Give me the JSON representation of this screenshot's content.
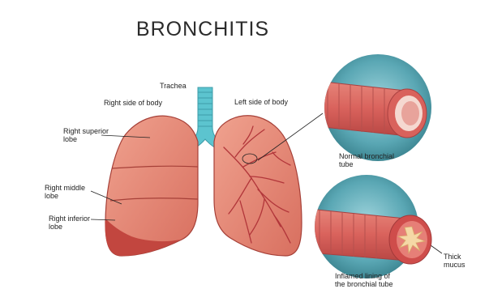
{
  "title": "BRONCHITIS",
  "labels": {
    "trachea": "Trachea",
    "right_side": "Right side of body",
    "left_side": "Left side of body",
    "right_superior_1": "Right superior",
    "right_superior_2": "lobe",
    "right_middle_1": "Right middle",
    "right_middle_2": "lobe",
    "right_inferior_1": "Right inferior",
    "right_inferior_2": "lobe",
    "normal_tube_1": "Normal bronchial",
    "normal_tube_2": "tube",
    "thick_mucus_1": "Thick",
    "thick_mucus_2": "mucus",
    "inflamed_1": "Inflamed lining of",
    "inflamed_2": "the bronchial tube"
  },
  "colors": {
    "lung_fill": "#e98a77",
    "lung_dark": "#b9403b",
    "trachea": "#5cc4cf",
    "circle_bg": "#5aa7b4",
    "tube_fill": "#e0736c",
    "mucus": "#f5d8a6"
  }
}
